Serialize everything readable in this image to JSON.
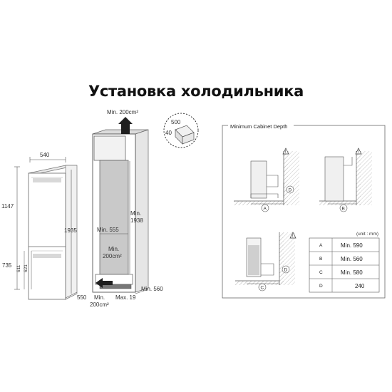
{
  "title": "Установка холодильника",
  "fridge": {
    "width": "540",
    "height_total": "1935",
    "height_upper": "1147",
    "height_lower": "735",
    "door_a": "611",
    "door_b": "621",
    "depth": "550"
  },
  "niche": {
    "top_vent": "Min. 200cm²",
    "inner_width": "Min. 555",
    "height_label": "Min.",
    "height_value": "1938",
    "middle_label": "Min.",
    "middle_value": "200cm²",
    "depth": "Min. 560",
    "bottom_vent_label": "Min.",
    "bottom_vent_value": "200cm²",
    "plinth": "Max. 19",
    "detail_a": "500",
    "detail_b": "40"
  },
  "cabinet_depth": {
    "title": "Minimum Cabinet Depth",
    "unit": "(unit : mm)",
    "markers": [
      "A",
      "B",
      "C",
      "D"
    ],
    "rows": [
      {
        "key": "A",
        "value": "Min. 590"
      },
      {
        "key": "B",
        "value": "Min. 560"
      },
      {
        "key": "C",
        "value": "Min. 580"
      },
      {
        "key": "D",
        "value": "240"
      }
    ]
  },
  "colors": {
    "line": "#555555",
    "wall": "#888888",
    "dark": "#2a2a2a",
    "frame": "#666666"
  }
}
